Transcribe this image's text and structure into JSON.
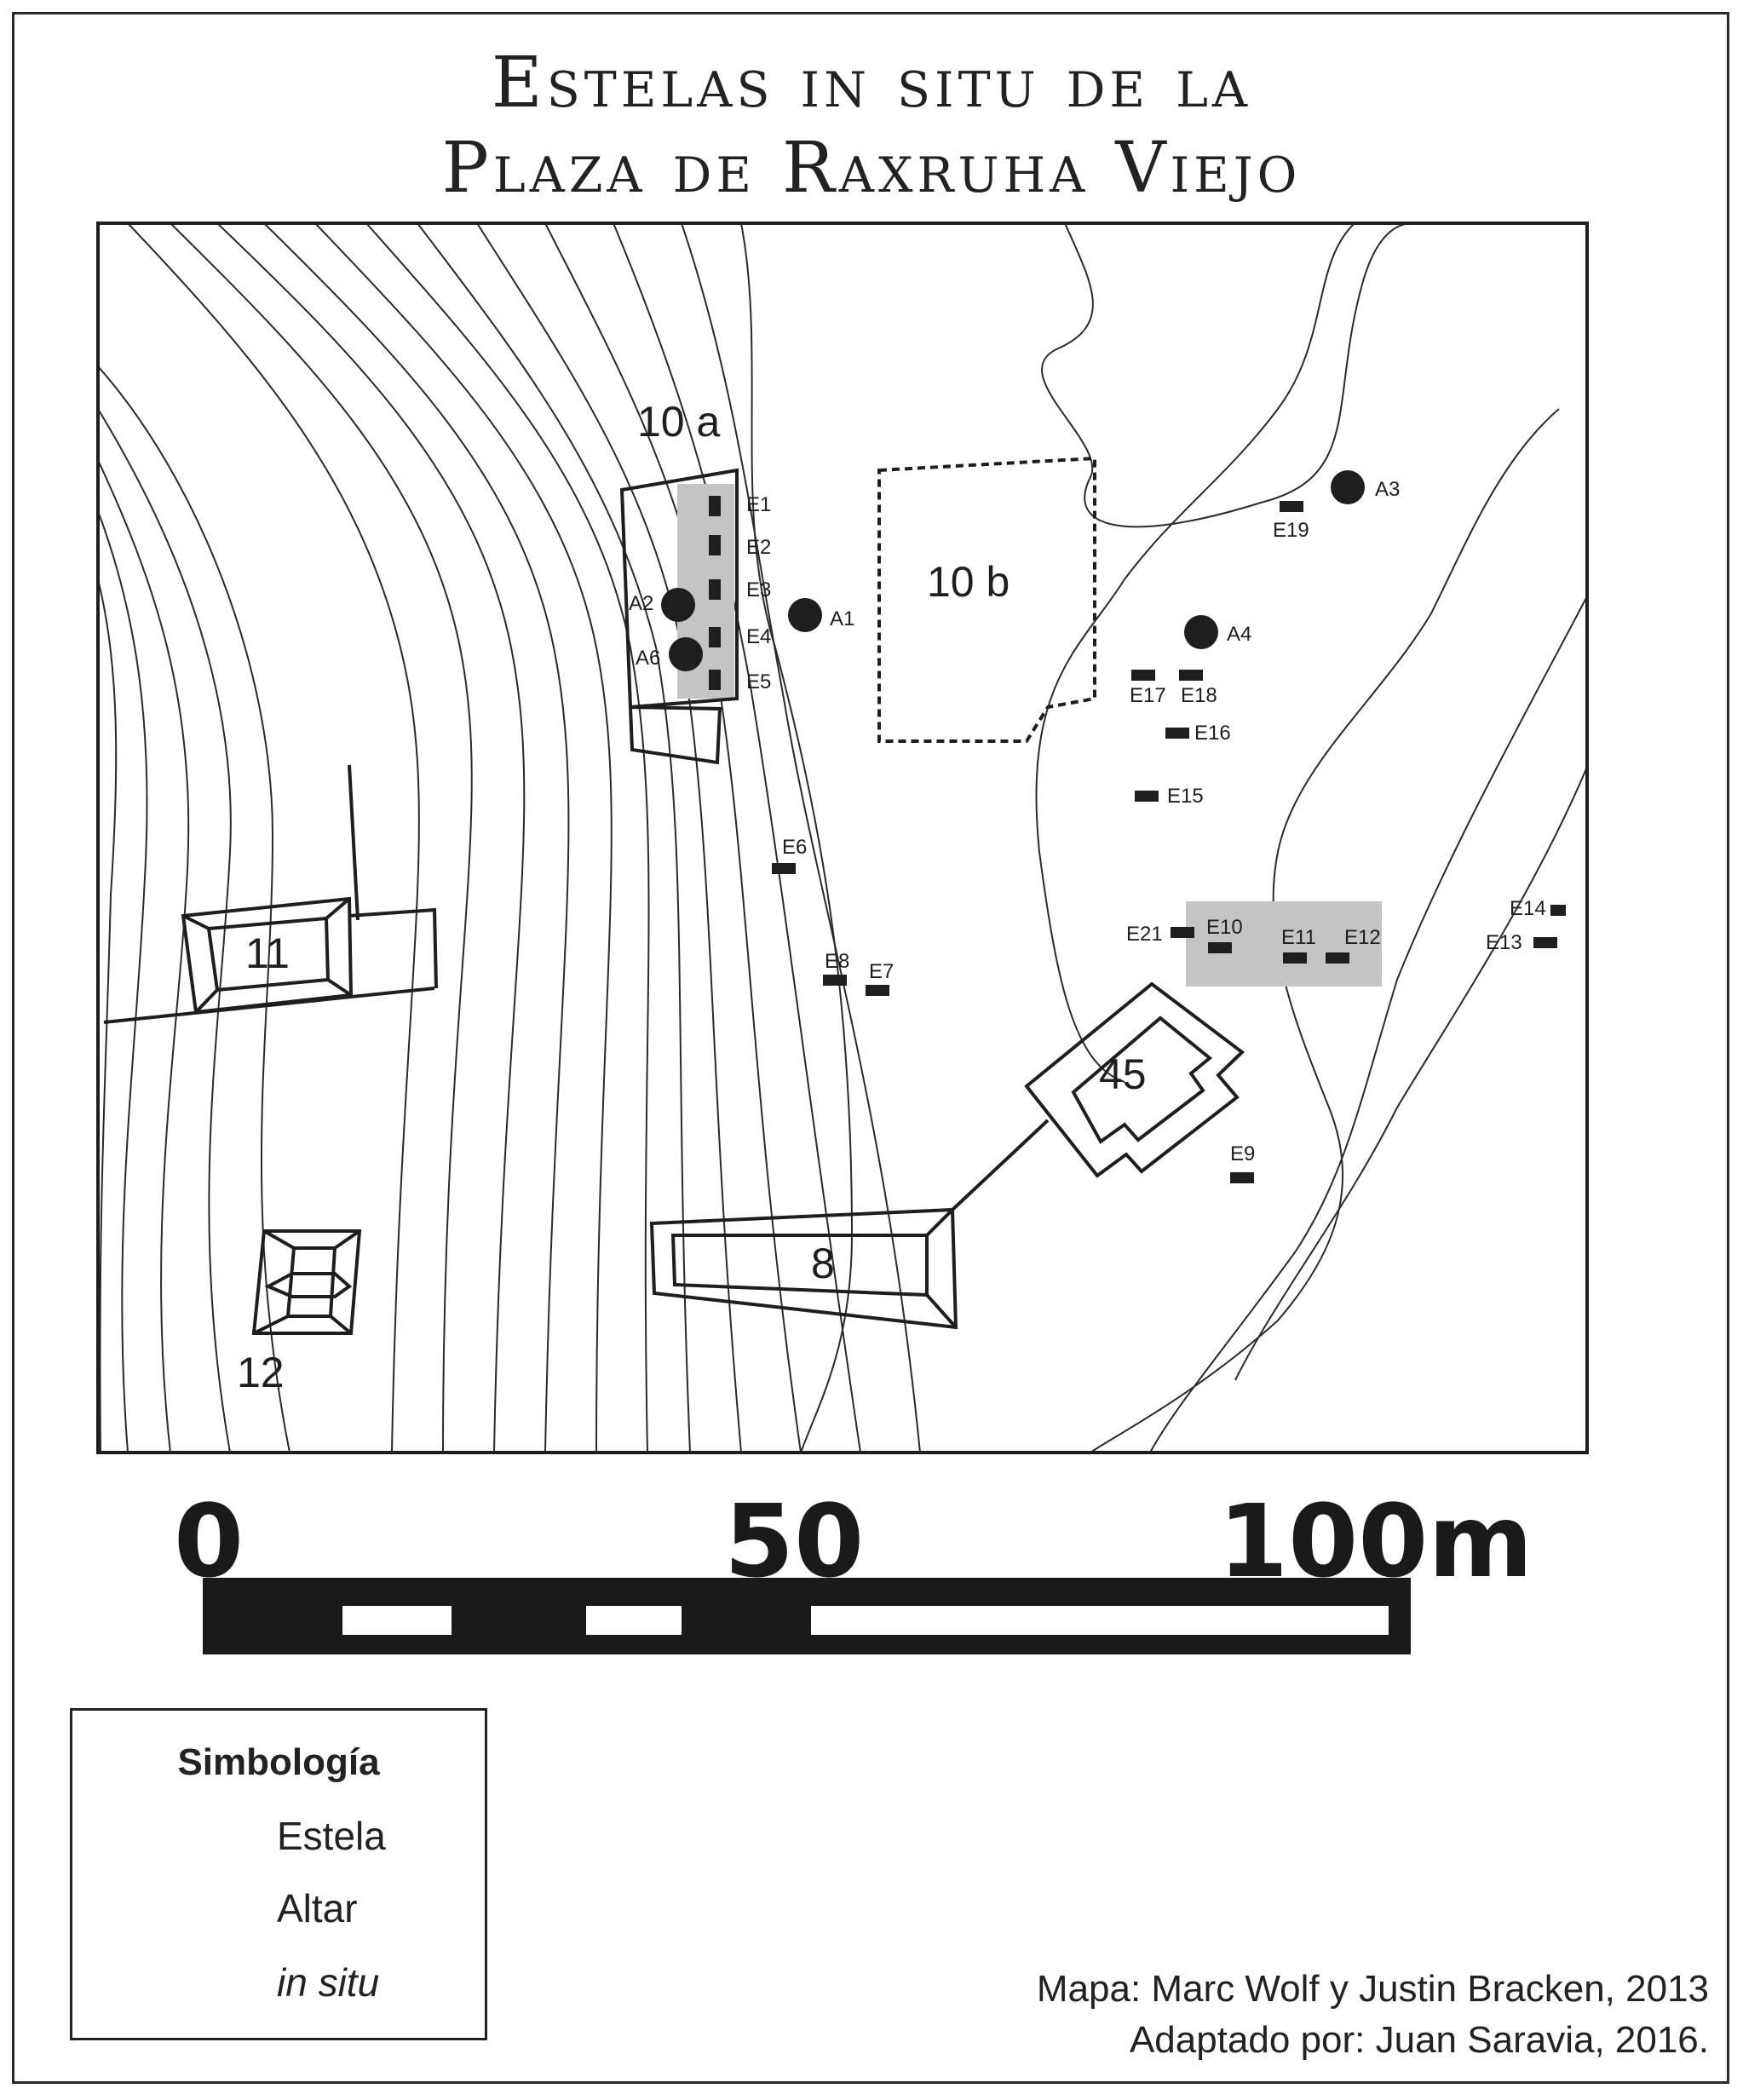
{
  "title": {
    "line1": "Estelas in situ de la",
    "line2": "Plaza de Raxruha Viejo"
  },
  "map": {
    "structures": {
      "s10a": "10 a",
      "s10b": "10 b",
      "s11": "11",
      "s12": "12",
      "s8": "8",
      "s45": "45"
    },
    "estelas": [
      "E1",
      "E2",
      "E3",
      "E4",
      "E5",
      "E6",
      "E7",
      "E8",
      "E9",
      "E10",
      "E11",
      "E12",
      "E13",
      "E14",
      "E15",
      "E16",
      "E17",
      "E18",
      "E19",
      "E21"
    ],
    "altares": [
      "A1",
      "A2",
      "A3",
      "A4",
      "A6"
    ]
  },
  "scale": {
    "label_0": "0",
    "label_50": "50",
    "label_100": "100m"
  },
  "legend": {
    "title": "Simbología",
    "estela": "Estela",
    "altar": "Altar",
    "in_situ": "in situ"
  },
  "credits": {
    "line1": "Mapa: Marc Wolf y Justin Bracken, 2013",
    "line2": "Adaptado por: Juan Saravia, 2016."
  },
  "colors": {
    "ink": "#1e1e1e",
    "in_situ_fill": "#c4c4c4",
    "contour": "#2a2a2a"
  }
}
